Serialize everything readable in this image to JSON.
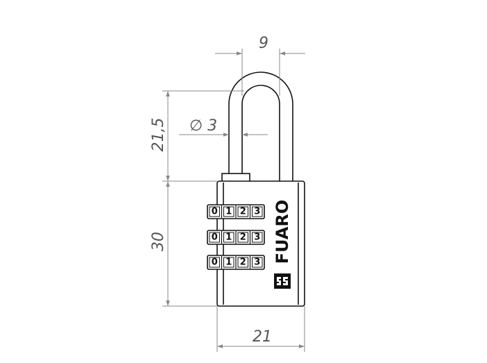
{
  "dimensions": {
    "shackle_width": "9",
    "shackle_diameter": "∅ 3",
    "shackle_height": "21,5",
    "body_height": "30",
    "body_width": "21"
  },
  "wheels": [
    {
      "digits": [
        "0",
        "1",
        "2",
        "3"
      ]
    },
    {
      "digits": [
        "0",
        "1",
        "2",
        "3"
      ]
    },
    {
      "digits": [
        "0",
        "1",
        "2",
        "3"
      ]
    }
  ],
  "brand": {
    "name": "FUARO"
  },
  "colors": {
    "outline": "#111111",
    "dimension": "#888888",
    "dimension_text": "#555555"
  },
  "icons": [
    "fuaro-logo-icon"
  ]
}
